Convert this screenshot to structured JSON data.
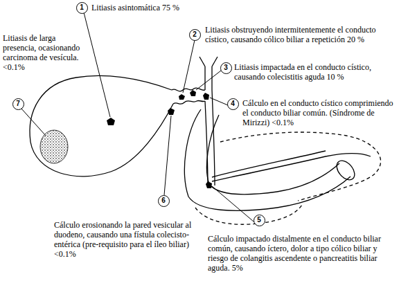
{
  "diagram": {
    "nodes": [
      {
        "text": [
          "1"
        ]
      },
      {
        "text": [
          "2"
        ]
      },
      {
        "text": [
          "3"
        ]
      },
      {
        "text": [
          "4"
        ]
      },
      {
        "text": [
          "5"
        ]
      },
      {
        "text": [
          "6"
        ]
      },
      {
        "text": [
          "7"
        ]
      }
    ],
    "labels": [
      "Litiasis asintomática 75 %",
      "Litiasis obstruyendo intermitentemente el conducto cístico, causando cólico biliar a repetición 20 %",
      "Litiasis impactada en el conducto cístico, causando colecistitis aguda 10 %",
      "Cálculo en el conducto cístico comprimiendo el conducto biliar común. (Síndrome de Mirizzi) <0.1%",
      "Cálculo impactado distalmente en el conducto biliar común, causando íctero, dolor a tipo cólico biliar y riesgo de colangitis ascendente o pancreatitis biliar aguda. 5%",
      "Cálculo erosionando la pared vesicular al duodeno, causando una fístula colecisto-entérica (pre-requisito para el íleo biliar) <0.1%",
      "Litiasis de larga presencia, ocasionando carcinoma de vesícula. <0.1%"
    ]
  }
}
